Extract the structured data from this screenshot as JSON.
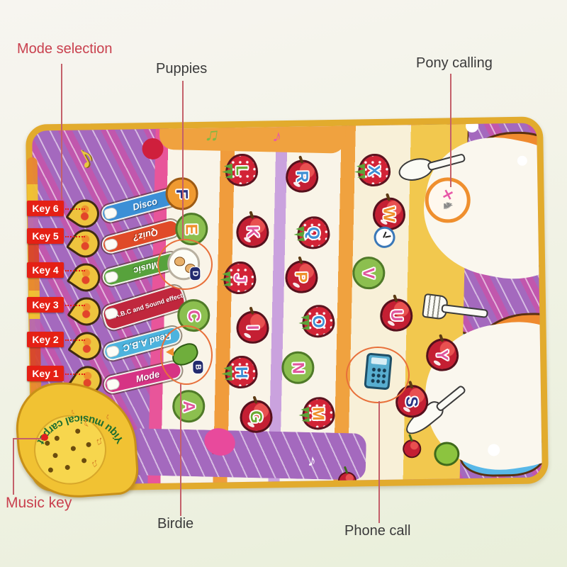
{
  "annotations": {
    "mode_selection_label": "Mode selection",
    "puppies_label": "Puppies",
    "pony_calling_label": "Pony calling",
    "music_key_label": "Music key",
    "birdie_label": "Birdie",
    "phone_call_label": "Phone call",
    "keys": [
      {
        "label": "Key 6"
      },
      {
        "label": "Key 5"
      },
      {
        "label": "Key 4"
      },
      {
        "label": "Key 3"
      },
      {
        "label": "Key 2"
      },
      {
        "label": "Key 1"
      }
    ]
  },
  "mat": {
    "brand": "Yiqu musical carpet",
    "ribbons": [
      {
        "label": "Disco"
      },
      {
        "label": "Quiz?"
      },
      {
        "label": "Music"
      },
      {
        "label": "A.B.C and Sound effect"
      },
      {
        "label": "Read A.B.C"
      },
      {
        "label": "Mode"
      }
    ],
    "col1": [
      "F",
      "E",
      "D",
      "C",
      "B",
      "A"
    ],
    "col2": [
      "L",
      "K",
      "J",
      "I",
      "H",
      "G"
    ],
    "col3": [
      "R",
      "Q",
      "P",
      "O",
      "N",
      "M"
    ],
    "col4": [
      "X",
      "W",
      "V",
      "U",
      "S"
    ],
    "letter_y": "Y"
  },
  "colors": {
    "annotation_red": "#c9404e",
    "label_dark": "#3a3a3a",
    "badge_red": "#e52015",
    "mat_trim_gold": "#e2ab2d",
    "mat_purple": "#a469be",
    "ribbon_disco": "#3b8fd6",
    "ribbon_quiz": "#e04a28",
    "ribbon_music": "#57a23c",
    "ribbon_abc_sound": "#c0273d",
    "ribbon_read_abc": "#4db3de",
    "ribbon_mode": "#d63384",
    "speaker_yellow": "#f1c233"
  }
}
